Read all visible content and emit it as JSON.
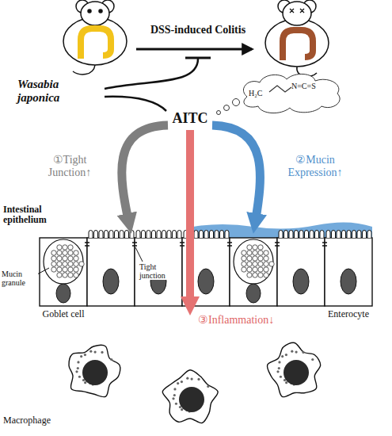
{
  "diagram": {
    "labels": [
      "DSS-induced Colitis",
      "Wasabia japonica",
      "AITC",
      "H₂C",
      "N=C=S",
      "①Tight Junction↑",
      "②Mucin Expression↑",
      "③Inflammation↓",
      "Intestinal epithelium",
      "Mucin granule",
      "Tight junction",
      "Goblet cell",
      "Enterocyte",
      "Macrophage"
    ]
  }
}
